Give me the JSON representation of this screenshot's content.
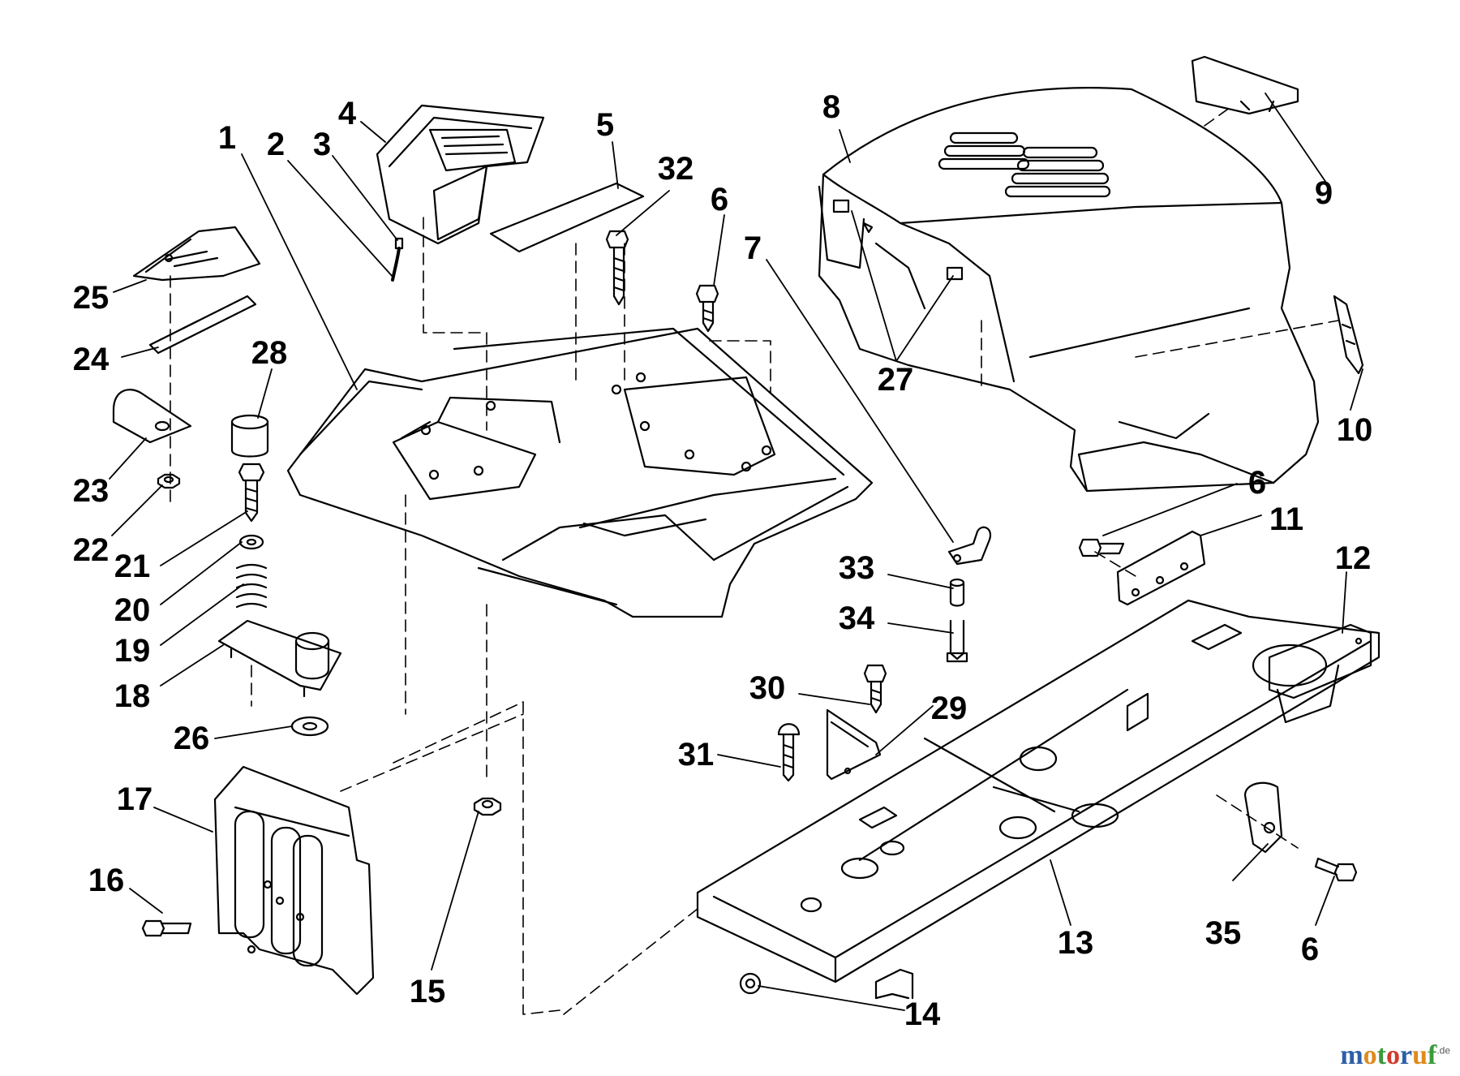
{
  "parts": [
    {
      "id": "1",
      "label": "1"
    },
    {
      "id": "2",
      "label": "2"
    },
    {
      "id": "3",
      "label": "3"
    },
    {
      "id": "4",
      "label": "4"
    },
    {
      "id": "5",
      "label": "5"
    },
    {
      "id": "32",
      "label": "32"
    },
    {
      "id": "6a",
      "label": "6"
    },
    {
      "id": "7",
      "label": "7"
    },
    {
      "id": "8",
      "label": "8"
    },
    {
      "id": "9",
      "label": "9"
    },
    {
      "id": "27",
      "label": "27"
    },
    {
      "id": "10",
      "label": "10"
    },
    {
      "id": "25",
      "label": "25"
    },
    {
      "id": "24",
      "label": "24"
    },
    {
      "id": "28",
      "label": "28"
    },
    {
      "id": "23",
      "label": "23"
    },
    {
      "id": "22",
      "label": "22"
    },
    {
      "id": "21",
      "label": "21"
    },
    {
      "id": "20",
      "label": "20"
    },
    {
      "id": "19",
      "label": "19"
    },
    {
      "id": "18",
      "label": "18"
    },
    {
      "id": "26",
      "label": "26"
    },
    {
      "id": "17",
      "label": "17"
    },
    {
      "id": "16",
      "label": "16"
    },
    {
      "id": "15",
      "label": "15"
    },
    {
      "id": "6b",
      "label": "6"
    },
    {
      "id": "11",
      "label": "11"
    },
    {
      "id": "12",
      "label": "12"
    },
    {
      "id": "33",
      "label": "33"
    },
    {
      "id": "34",
      "label": "34"
    },
    {
      "id": "30",
      "label": "30"
    },
    {
      "id": "29",
      "label": "29"
    },
    {
      "id": "31",
      "label": "31"
    },
    {
      "id": "13",
      "label": "13"
    },
    {
      "id": "14",
      "label": "14"
    },
    {
      "id": "35",
      "label": "35"
    },
    {
      "id": "6c",
      "label": "6"
    }
  ],
  "watermark": {
    "letters": [
      "m",
      "o",
      "t",
      "o",
      "r",
      "u",
      "f"
    ],
    "letter_colors": [
      "#2d5fa8",
      "#e08a1e",
      "#3a9a3a",
      "#d23a2a",
      "#2d5fa8",
      "#e08a1e",
      "#3a9a3a"
    ],
    "domain": ".de"
  }
}
